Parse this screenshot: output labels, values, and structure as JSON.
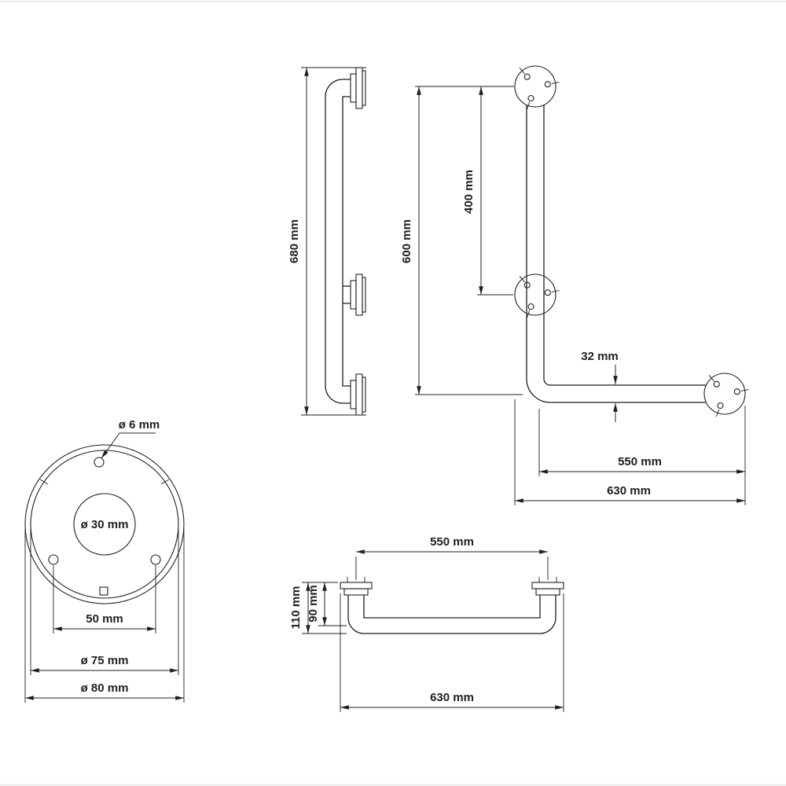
{
  "drawing": {
    "side_view": {
      "overall_height_label": "680 mm"
    },
    "front_view": {
      "overall_height_label": "600 mm",
      "flange_spacing_label": "400 mm",
      "tube_diameter_label": "32 mm",
      "horizontal_length_label": "550 mm",
      "overall_width_label": "630 mm"
    },
    "flange_detail": {
      "screw_hole_diameter_label": "ø 6 mm",
      "center_hole_diameter_label": "ø 30 mm",
      "hole_spacing_label": "50 mm",
      "bolt_circle_diameter_label": "ø 75 mm",
      "outer_diameter_label": "ø 80 mm"
    },
    "top_view": {
      "center_distance_label": "550 mm",
      "overall_length_label": "630 mm",
      "overall_depth_label": "110 mm",
      "tube_center_depth_label": "90 mm"
    },
    "line_color": "#1f1f1f",
    "background_color": "#ffffff"
  }
}
